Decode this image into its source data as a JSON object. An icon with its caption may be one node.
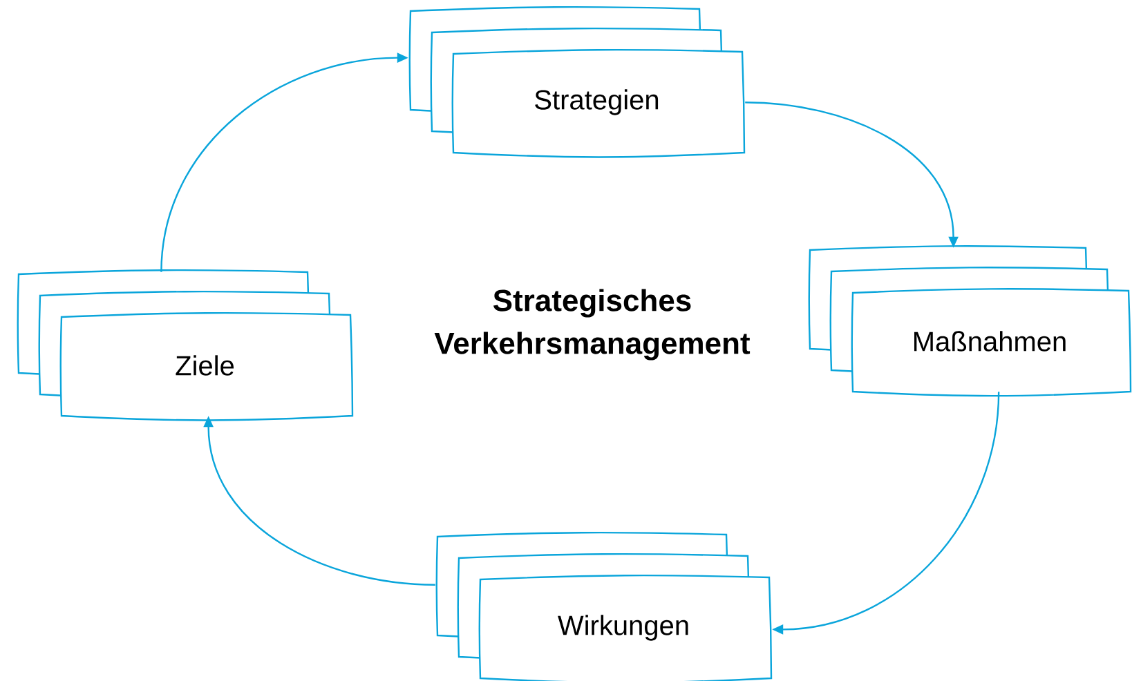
{
  "diagram": {
    "title": "Strategisches Verkehrsmanagement",
    "nodes": [
      {
        "text": [
          "Ziele"
        ]
      },
      {
        "text": [
          "Strategien"
        ]
      },
      {
        "text": [
          "Maßnahmen"
        ]
      },
      {
        "text": [
          "Wirkungen"
        ]
      }
    ],
    "edges": [
      {
        "from": 0,
        "to": 1,
        "arrow": "to"
      },
      {
        "from": 1,
        "to": 2,
        "arrow": "to"
      },
      {
        "from": 2,
        "to": 3,
        "arrow": "to"
      },
      {
        "from": 3,
        "to": 0,
        "arrow": "to"
      }
    ]
  }
}
